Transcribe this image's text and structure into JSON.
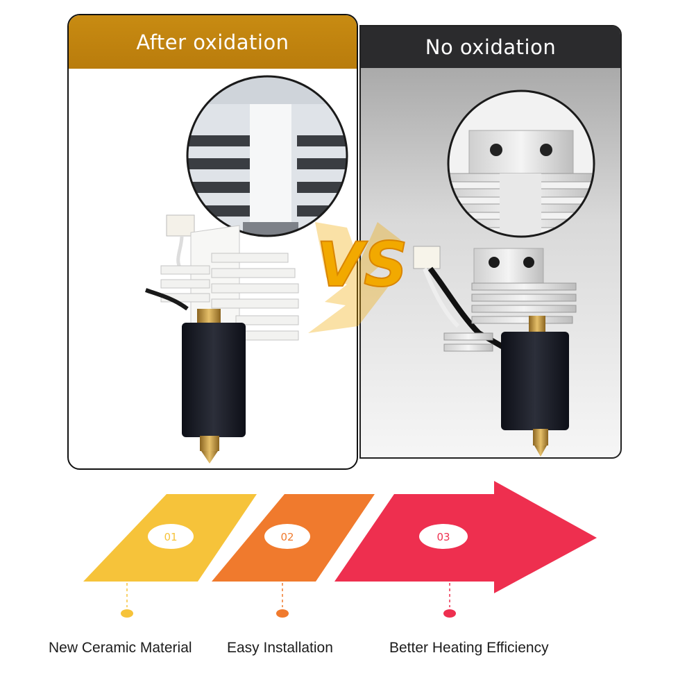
{
  "panels": {
    "left": {
      "title": "After oxidation",
      "accent": "#c88b12"
    },
    "right": {
      "title": "No oxidation",
      "accent": "#2b2b2d"
    }
  },
  "vs": {
    "text": "VS",
    "color": "#f2a900"
  },
  "steps": [
    {
      "number": "01",
      "label": "New Ceramic Material",
      "color": "#f6c33a"
    },
    {
      "number": "02",
      "label": "Easy Installation",
      "color": "#f07a2d"
    },
    {
      "number": "03",
      "label": "Better Heating Efficiency",
      "color": "#ee2f4f"
    }
  ]
}
